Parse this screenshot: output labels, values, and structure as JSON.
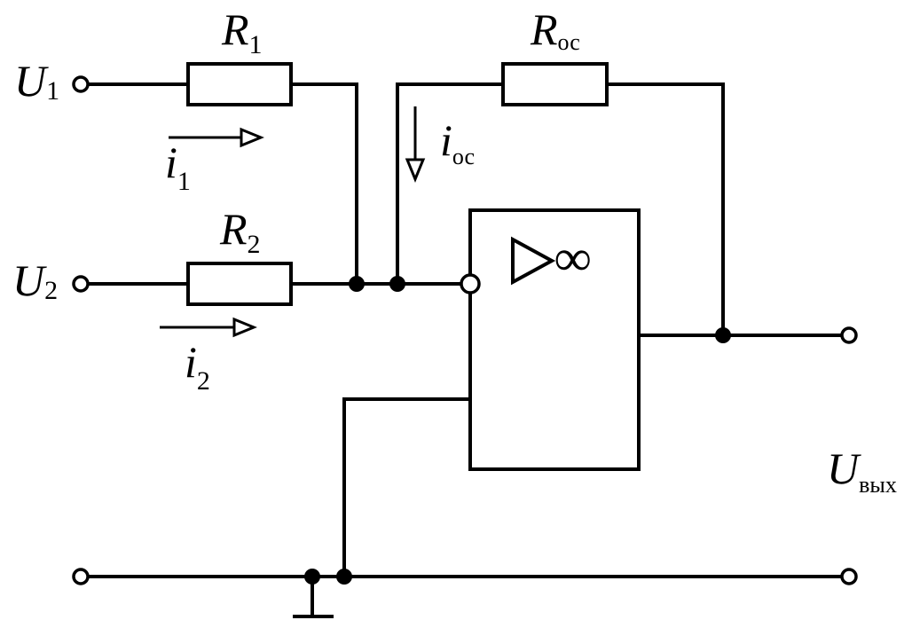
{
  "labels": {
    "u1": "U",
    "u1_sub": "1",
    "u2": "U",
    "u2_sub": "2",
    "r1": "R",
    "r1_sub": "1",
    "r2": "R",
    "r2_sub": "2",
    "roc": "R",
    "roc_sub": "ос",
    "i1": "i",
    "i1_sub": "1",
    "i2": "i",
    "i2_sub": "2",
    "ioc": "i",
    "ioc_sub": "ос",
    "uout": "U",
    "uout_sub": "вых",
    "opamp_gain": "∞"
  },
  "colors": {
    "stroke": "#000000",
    "background": "#ffffff"
  }
}
